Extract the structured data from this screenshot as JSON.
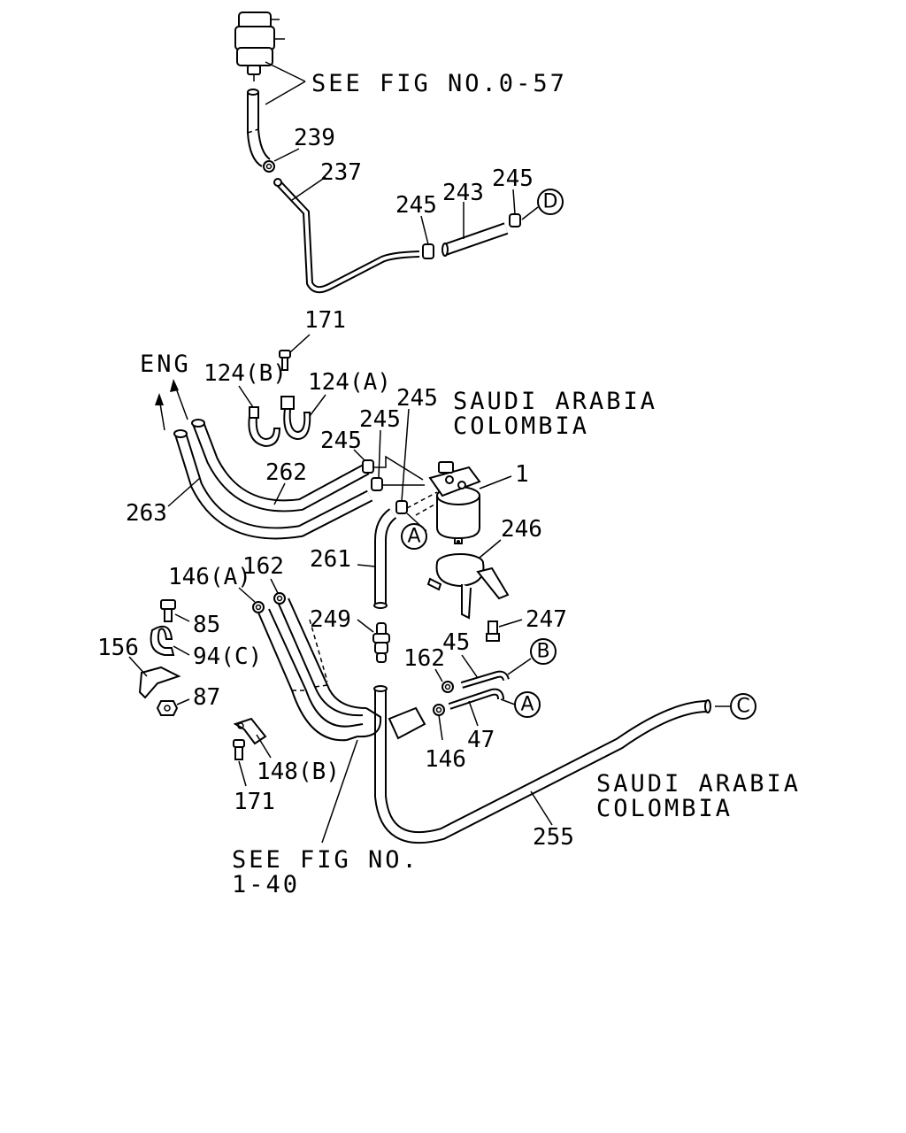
{
  "notes": {
    "see_fig_0_57": "SEE FIG NO.0-57",
    "eng": "ENG",
    "region_top_1": "SAUDI ARABIA",
    "region_top_2": "COLOMBIA",
    "region_bottom_1": "SAUDI ARABIA",
    "region_bottom_2": "COLOMBIA",
    "see_fig_1_40_line1": "SEE FIG NO.",
    "see_fig_1_40_line2": "1-40"
  },
  "callouts": {
    "p239": "239",
    "p237": "237",
    "p245_a": "245",
    "p243": "243",
    "p245_b": "245",
    "p171_top": "171",
    "p124b": "124(B)",
    "p124a": "124(A)",
    "p245_c": "245",
    "p245_d": "245",
    "p245_e": "245",
    "p262": "262",
    "p263": "263",
    "p1": "1",
    "p246": "246",
    "p261": "261",
    "p146a": "146(A)",
    "p162_left": "162",
    "p85": "85",
    "p156": "156",
    "p94c": "94(C)",
    "p87": "87",
    "p249": "249",
    "p247": "247",
    "p45": "45",
    "p162_right": "162",
    "p47": "47",
    "p146": "146",
    "p148b": "148(B)",
    "p171_bottom": "171",
    "p255": "255"
  },
  "connectors": {
    "a1": "A",
    "a2": "A",
    "b": "B",
    "c": "C",
    "d": "D"
  }
}
